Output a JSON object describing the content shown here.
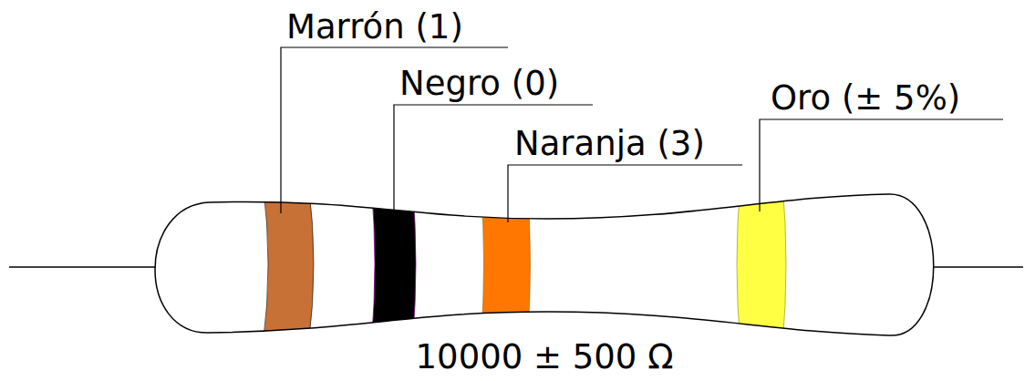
{
  "diagram": {
    "caption": "10000 ± 500 Ω",
    "labels": [
      "Marrón (1)",
      "Negro (0)",
      "Naranja (3)",
      "Oro (± 5%)"
    ]
  }
}
